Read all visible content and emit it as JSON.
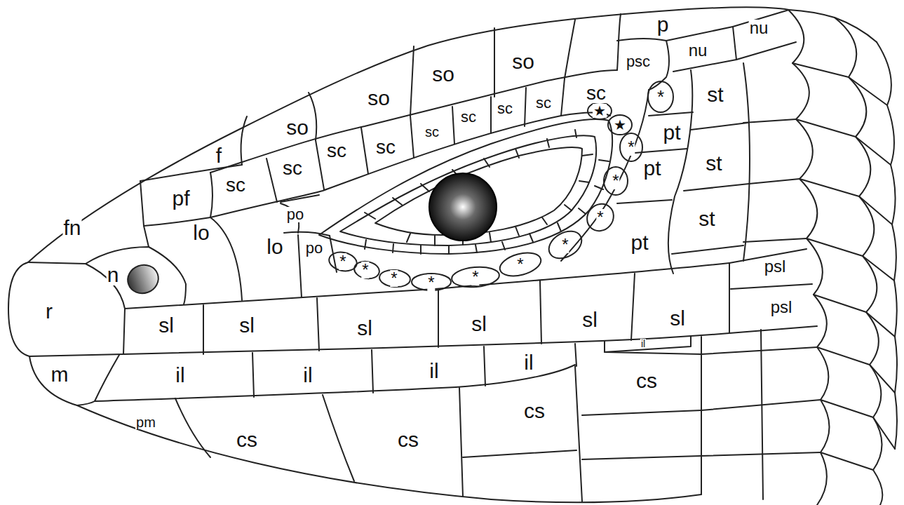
{
  "diagram": {
    "labels": [
      "p",
      "nu",
      "nu",
      "so",
      "psc",
      "so",
      "sc",
      "*",
      "st",
      "so",
      "sc",
      "sc",
      "★",
      "sc",
      "★",
      "so",
      "sc",
      "pt",
      "*",
      "sc",
      "f",
      "sc",
      "st",
      "sc",
      "pt",
      "*",
      "sc",
      "pf",
      "po",
      "*",
      "st",
      "fn",
      "lo",
      "pt",
      "*",
      "lo",
      "po",
      "*",
      "*",
      "psl",
      "*",
      "n",
      "*",
      "*",
      "*",
      "psl",
      "r",
      "sl",
      "sl",
      "sl",
      "sl",
      "sl",
      "sl",
      "il",
      "il",
      "il",
      "m",
      "il",
      "il",
      "cs",
      "cs",
      "pm",
      "cs",
      "cs"
    ]
  }
}
